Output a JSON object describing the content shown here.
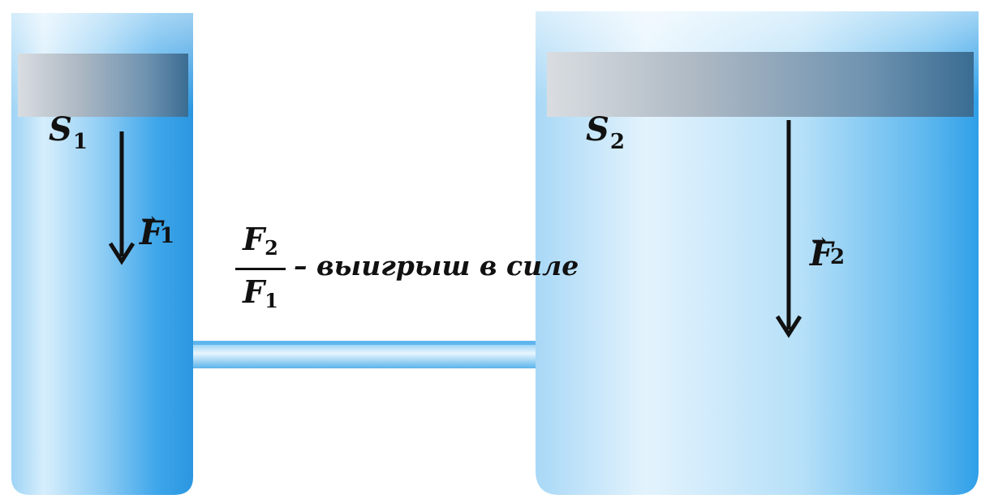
{
  "diagram": {
    "left_area_label": {
      "letter": "S",
      "index": "1"
    },
    "right_area_label": {
      "letter": "S",
      "index": "2"
    },
    "left_force_label": {
      "letter": "F",
      "index": "1",
      "vector_mark": "⃗"
    },
    "right_force_label": {
      "letter": "F",
      "index": "2",
      "vector_mark": "⃗"
    },
    "ratio": {
      "numerator": {
        "letter": "F",
        "index": "2"
      },
      "denominator": {
        "letter": "F",
        "index": "1"
      },
      "caption": "– выигрыш в силе"
    },
    "colors": {
      "liquid_light": "#cfe9fb",
      "liquid_mid": "#8fcdf4",
      "liquid_dark": "#2f9fe8",
      "piston_light": "#e4e7ea",
      "piston_dark": "#35698f",
      "arrow": "#111111"
    }
  }
}
